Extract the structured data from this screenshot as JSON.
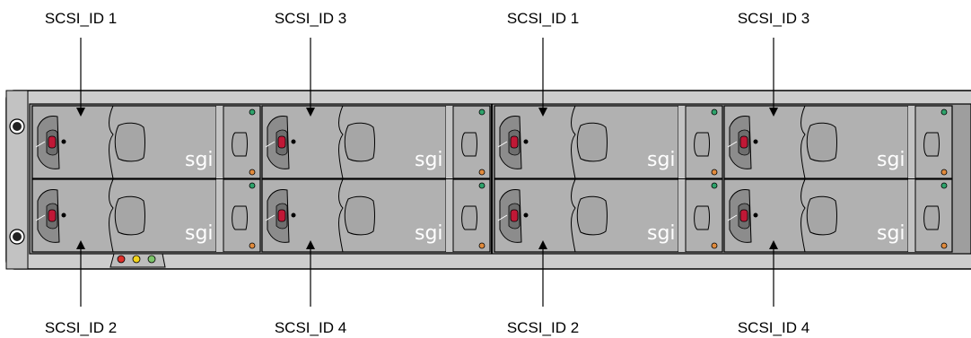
{
  "callouts": {
    "top": [
      "SCSI_ID 1",
      "SCSI_ID 3",
      "SCSI_ID 1",
      "SCSI_ID 3"
    ],
    "bottom": [
      "SCSI_ID 2",
      "SCSI_ID 4",
      "SCSI_ID 2",
      "SCSI_ID 4"
    ]
  },
  "drive_logo": "sgi",
  "colors": {
    "chassis": "#cdcdcd",
    "drive_face": "#b1b1b1",
    "handle": "#8c8c8c",
    "release_button": "#c01836",
    "led_green": "#2ea36b",
    "led_amber": "#e08a3c",
    "status_red": "#e0302a",
    "status_yellow": "#f2d31a",
    "status_green": "#7cc46a"
  }
}
